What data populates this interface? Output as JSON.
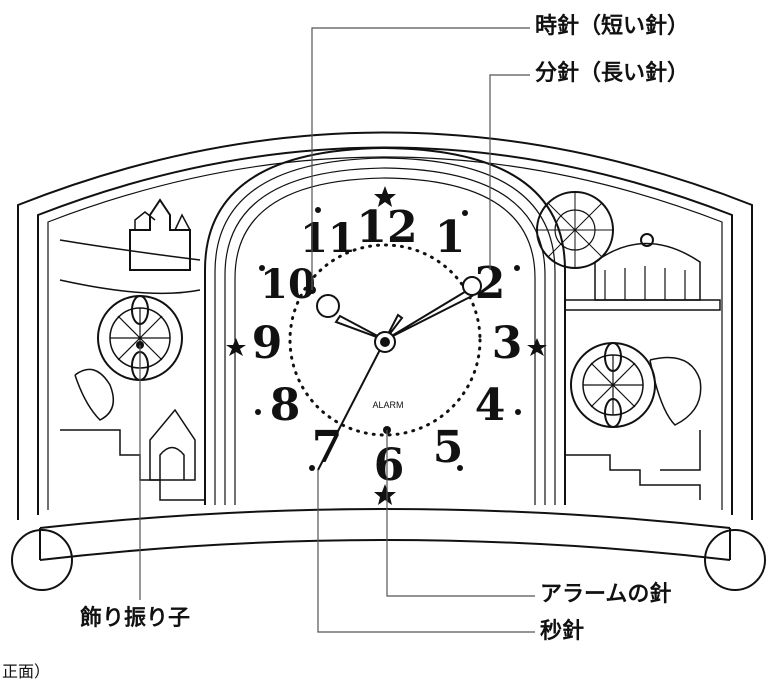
{
  "labels": {
    "hour_hand": "時針（短い針）",
    "minute_hand": "分針（長い針）",
    "alarm_hand": "アラームの針",
    "second_hand": "秒針",
    "pendulum": "飾り振り子"
  },
  "dial": {
    "numerals": [
      "12",
      "1",
      "2",
      "3",
      "4",
      "5",
      "6",
      "7",
      "8",
      "9",
      "10",
      "11"
    ],
    "alarm_text": "ALARM"
  },
  "footer": {
    "view_note": "正面）"
  },
  "colors": {
    "line": "#111111",
    "background": "#ffffff"
  }
}
